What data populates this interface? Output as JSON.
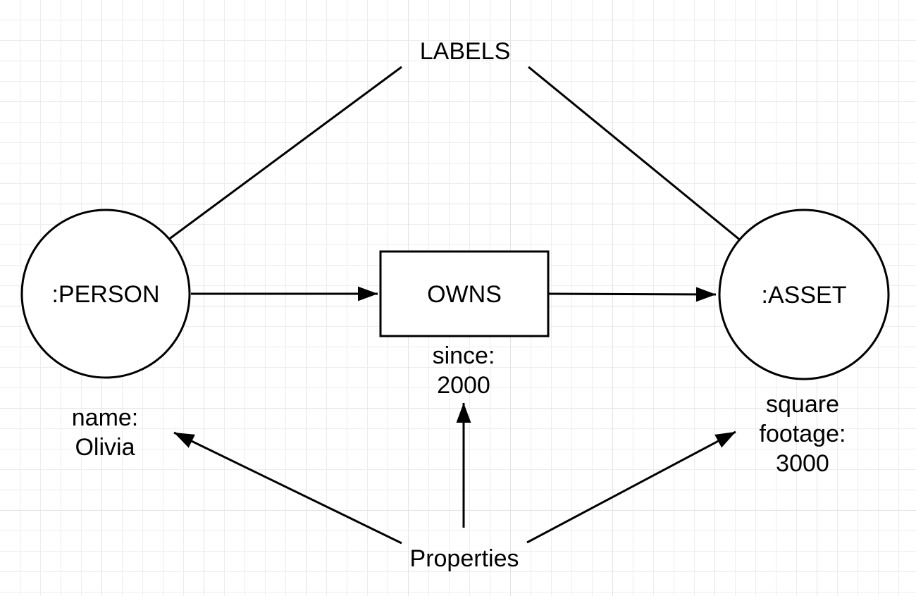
{
  "canvas": {
    "background": "#ffffff",
    "grid_minor_color": "#ededed",
    "grid_major_color": "#e3e3e3",
    "line_color": "#000000"
  },
  "annotations": {
    "labels": "LABELS",
    "properties": "Properties"
  },
  "nodes": {
    "person": {
      "label": ":PERSON"
    },
    "asset": {
      "label": ":ASSET"
    }
  },
  "relationship": {
    "label": "OWNS"
  },
  "property_values": {
    "person": {
      "lines": [
        "name:",
        "Olivia"
      ]
    },
    "relationship": {
      "lines": [
        "since:",
        "2000"
      ]
    },
    "asset": {
      "lines": [
        "square",
        "footage:",
        "3000"
      ]
    }
  }
}
